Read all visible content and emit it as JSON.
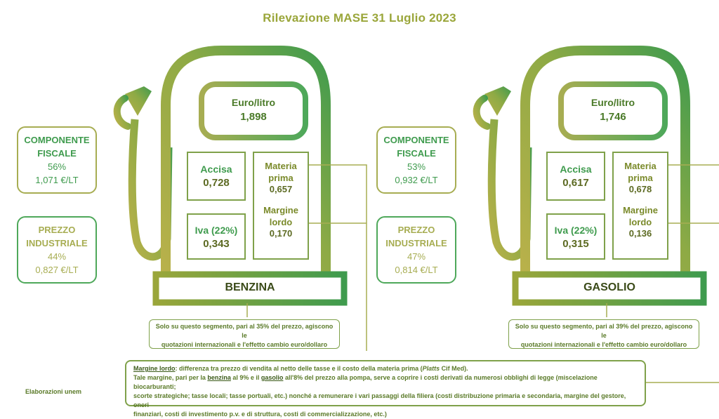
{
  "title": "Rilevazione MASE 31 Luglio 2023",
  "credit": "Elaborazioni unem",
  "colors": {
    "green": "#3f9b4e",
    "olive": "#a7ad52"
  },
  "benzina": {
    "name": "BENZINA",
    "price_label": "Euro/litro",
    "price": "1,898",
    "fiscal": {
      "title1": "COMPONENTE",
      "title2": "FISCALE",
      "pct": "56%",
      "value": "1,071 €/LT"
    },
    "industrial": {
      "title1": "PREZZO",
      "title2": "INDUSTRIALE",
      "pct": "44%",
      "value": "0,827 €/LT"
    },
    "accisa": {
      "label": "Accisa",
      "value": "0,728"
    },
    "iva": {
      "label": "Iva (22%)",
      "value": "0,343"
    },
    "materia": {
      "label1": "Materia",
      "label2": "prima",
      "value": "0,657"
    },
    "margine": {
      "label1": "Margine",
      "label2": "lordo",
      "value": "0,170"
    },
    "note1": "Solo su questo segmento, pari al 35% del prezzo, agiscono le",
    "note2": "quotazioni internazionali e l'effetto cambio euro/dollaro"
  },
  "gasolio": {
    "name": "GASOLIO",
    "price_label": "Euro/litro",
    "price": "1,746",
    "fiscal": {
      "title1": "COMPONENTE",
      "title2": "FISCALE",
      "pct": "53%",
      "value": "0,932 €/LT"
    },
    "industrial": {
      "title1": "PREZZO",
      "title2": "INDUSTRIALE",
      "pct": "47%",
      "value": "0,814 €/LT"
    },
    "accisa": {
      "label": "Accisa",
      "value": "0,617"
    },
    "iva": {
      "label": "Iva (22%)",
      "value": "0,315"
    },
    "materia": {
      "label1": "Materia",
      "label2": "prima",
      "value": "0,678"
    },
    "margine": {
      "label1": "Margine",
      "label2": "lordo",
      "value": "0,136"
    },
    "note1": "Solo su questo segmento, pari al 39% del prezzo, agiscono le",
    "note2": "quotazioni internazionali e l'effetto cambio euro/dollaro"
  },
  "footnote": {
    "term": "Margine lordo",
    "line1a": ": differenza tra prezzo di vendita al netto delle tasse e il costo della materia prima (",
    "line1b": "Platts",
    "line1c": " Cif Med).",
    "line2a": "Tale margine, pari per la ",
    "line2b": "benzina",
    "line2c": " al 9% e il ",
    "line2d": "gasolio",
    "line2e": " all'8% del prezzo alla pompa, serve a coprire i costi derivati da numerosi obblighi di legge (miscelazione biocarburanti;",
    "line3": "scorte strategiche; tasse locali; tasse portuali, etc.) nonché a remunerare i vari passaggi della filiera (costi distribuzione primaria e secondaria, margine del gestore, oneri",
    "line4": "finanziari, costi di investimento p.v. e di struttura, costi di commercializzazione, etc.)"
  }
}
